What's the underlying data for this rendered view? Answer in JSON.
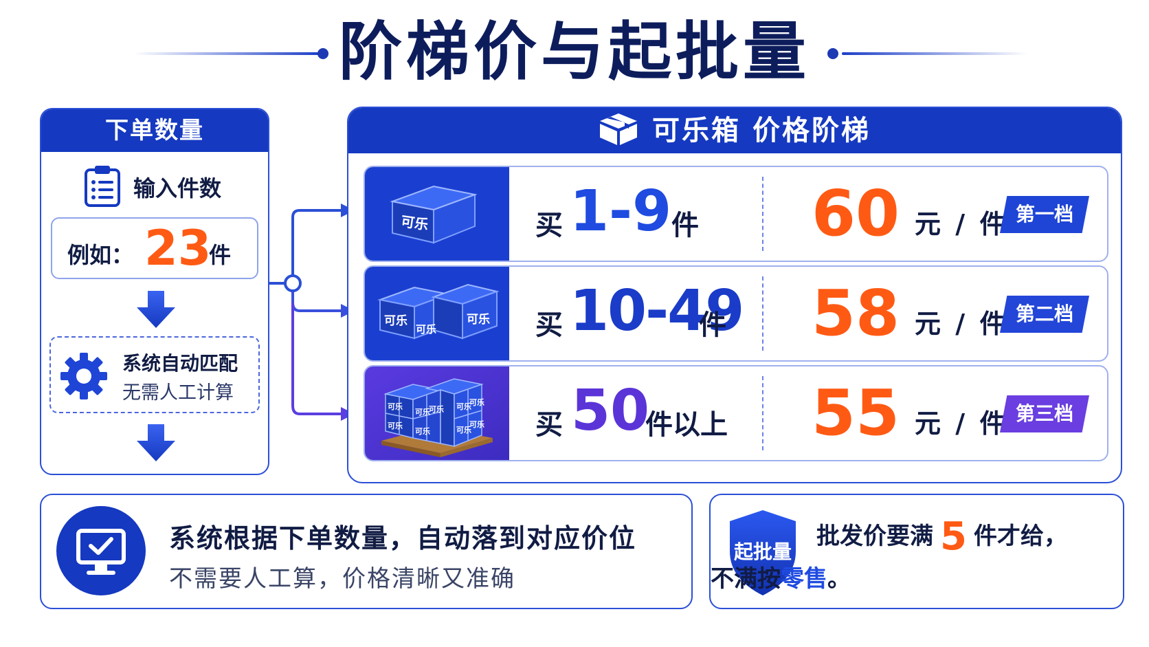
{
  "title": "阶梯价与起批量",
  "left": {
    "header": "下单数量",
    "input_label": "输入件数",
    "example_label": "例如：",
    "example_value": "23",
    "example_unit": "件",
    "auto_title": "系统自动匹配",
    "auto_sub": "无需人工计算"
  },
  "right": {
    "header": "可乐箱 价格阶梯",
    "box_label": "可乐",
    "tiers": [
      {
        "buy": "买",
        "range": "1-9",
        "unit": "件",
        "price": "60",
        "price_unit": "元 / 件",
        "badge": "第一档",
        "range_color": "#1f4be0",
        "badge_color": "#1f45d6"
      },
      {
        "buy": "买",
        "range": "10-49",
        "unit": "件",
        "price": "58",
        "price_unit": "元 / 件",
        "badge": "第二档",
        "range_color": "#1a3cc8",
        "badge_color": "#2346d8"
      },
      {
        "buy": "买",
        "range": "50",
        "unit": "件以上",
        "price": "55",
        "price_unit": "元 / 件",
        "badge": "第三档",
        "range_color": "#5b34d8",
        "badge_color": "#6a3ee0"
      }
    ]
  },
  "bottom_left": {
    "title": "系统根据下单数量，自动落到对应价位",
    "sub": "不需要人工算，价格清晰又准确"
  },
  "bottom_right": {
    "shield_text": "起批量",
    "line1_a": "批发价要满",
    "line1_num": "5",
    "line1_b": "件才给，",
    "line2_a": "不满按",
    "line2_blue": "零售",
    "line2_b": "。"
  },
  "colors": {
    "brand_blue": "#1539c0",
    "accent_orange": "#ff5a14",
    "purple": "#5b34d8"
  }
}
